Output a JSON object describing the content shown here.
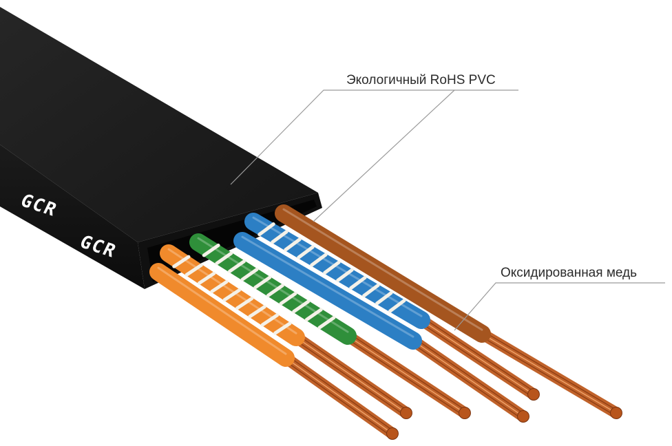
{
  "labels": {
    "pvc_jacket": "Экологичный RoHS PVC",
    "copper": "Оксидированная медь"
  },
  "brand": {
    "mark_1": "GCR",
    "mark_2": "GCR"
  },
  "colors": {
    "jacket": "#1c1c1c",
    "copper": "#c8652a",
    "orange": "#f08a2c",
    "green": "#2f8f3a",
    "blue": "#2c7fc4",
    "brown": "#a5551f",
    "stripe": "#f4f1e8",
    "leader_line": "#9a9a9a"
  },
  "wires": [
    {
      "name": "orange-solid",
      "color": "orange",
      "striped": false
    },
    {
      "name": "orange-white",
      "color": "orange",
      "striped": true
    },
    {
      "name": "green-white",
      "color": "green",
      "striped": true
    },
    {
      "name": "blue-solid",
      "color": "blue",
      "striped": false
    },
    {
      "name": "blue-white",
      "color": "blue",
      "striped": true
    },
    {
      "name": "brown-solid",
      "color": "brown",
      "striped": false
    }
  ]
}
